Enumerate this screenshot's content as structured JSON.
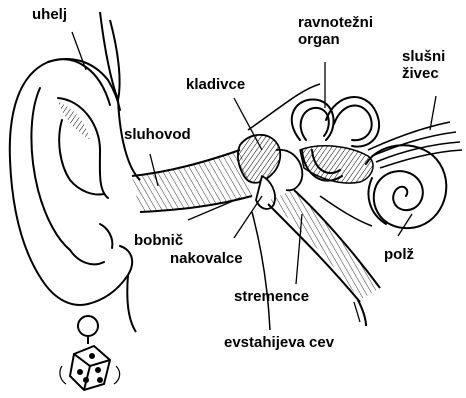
{
  "labels": {
    "uhelj": "uhelj",
    "ravnotezni_line1": "ravnotežni",
    "ravnotezni_line2": "organ",
    "slusni_line1": "slušni",
    "slusni_line2": "živec",
    "kladivce": "kladivce",
    "sluhovod": "sluhovod",
    "bobnic": "bobnič",
    "nakovalce": "nakovalce",
    "polz": "polž",
    "stremence": "stremence",
    "evstahijeva": "evstahijeva cev"
  },
  "colors": {
    "ink": "#000000",
    "paper": "#ffffff"
  }
}
